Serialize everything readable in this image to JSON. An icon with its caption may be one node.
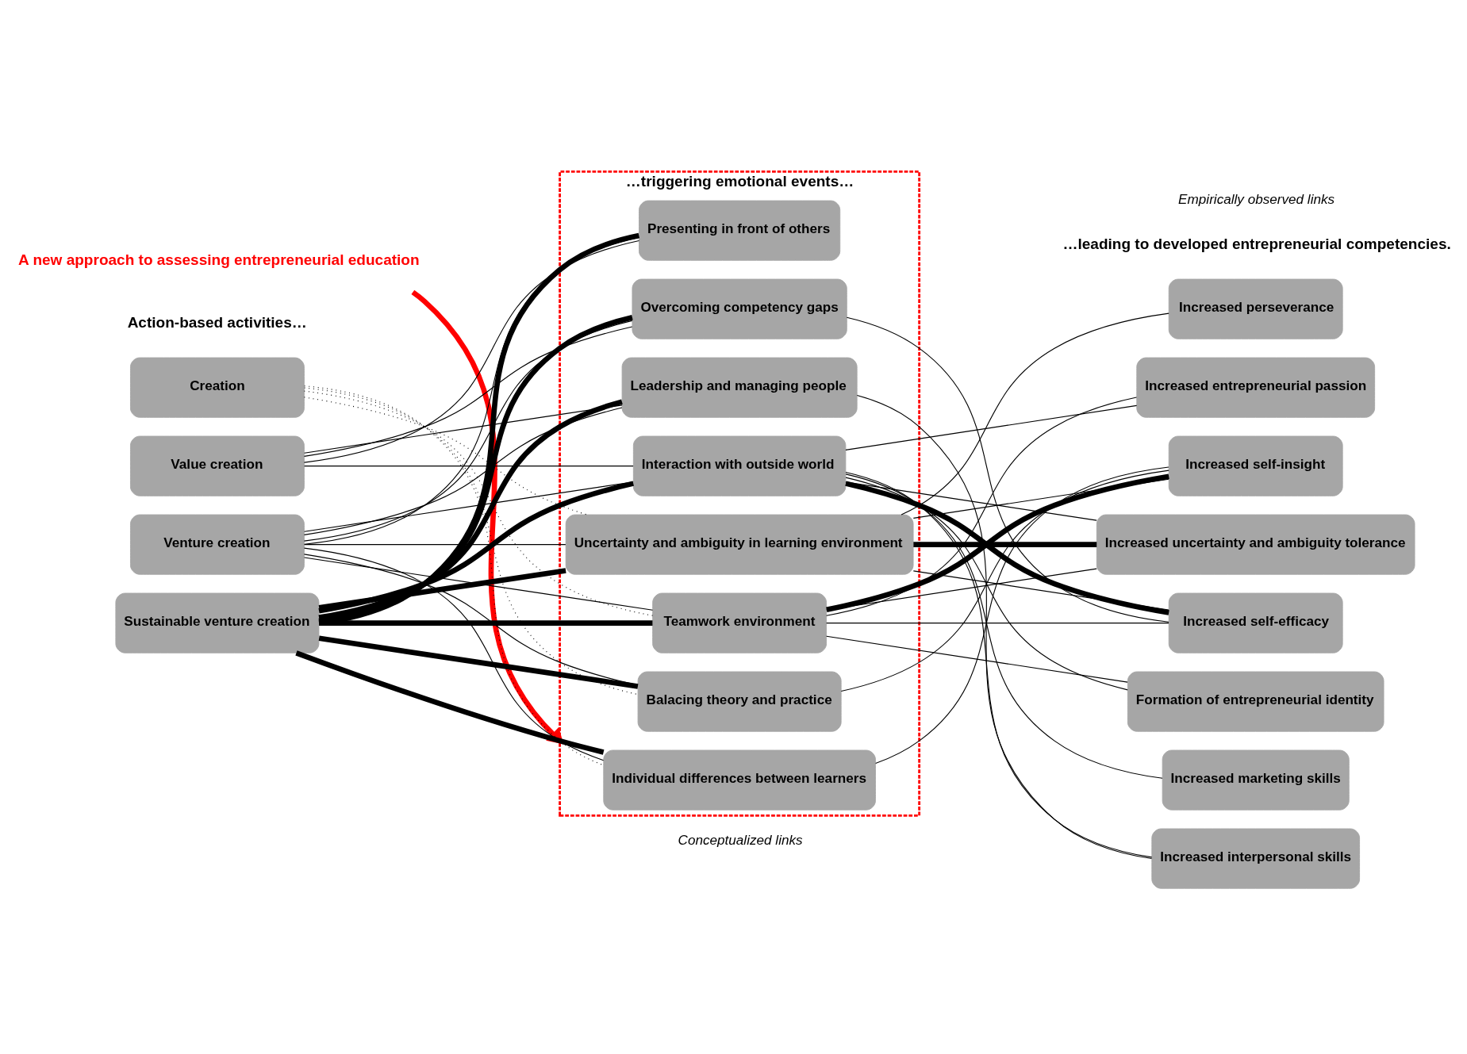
{
  "diagram": {
    "nodes": [
      {
        "text": [
          "A new approach to assessing entrepreneurial education"
        ]
      },
      {
        "text": [
          "Creation"
        ]
      },
      {
        "text": [
          "Value creation"
        ]
      },
      {
        "text": [
          "Venture creation"
        ]
      },
      {
        "text": [
          "Sustainable venture creation"
        ]
      },
      {
        "text": [
          "…triggering emotional events…"
        ]
      },
      {
        "text": [
          "Individual differences between learners"
        ],
        "in": 5
      },
      {
        "text": [
          "Balacing theory and practice"
        ],
        "in": 5
      },
      {
        "text": [
          "Teamwork environment"
        ],
        "in": 5
      },
      {
        "text": [
          "Uncertainty and ambiguity in learning environment"
        ],
        "in": 5
      },
      {
        "text": [
          "Interaction with outside world"
        ],
        "in": 5
      },
      {
        "text": [
          "Leadership and managing people"
        ],
        "in": 5
      },
      {
        "text": [
          "Overcoming competency gaps"
        ],
        "in": 5
      },
      {
        "text": [
          "Presenting in front of others"
        ],
        "in": 5
      },
      {
        "text": [
          "Increased perseverance"
        ]
      },
      {
        "text": [
          "Increased entrepreneurial passion"
        ]
      },
      {
        "text": [
          "Increased self-insight"
        ]
      },
      {
        "text": [
          "Increased uncertainty and ambiguity tolerance"
        ]
      },
      {
        "text": [
          "Increased self-efficacy"
        ]
      },
      {
        "text": [
          "Formation of entrepreneurial identity"
        ]
      },
      {
        "text": [
          "Increased marketing skills"
        ]
      },
      {
        "text": [
          "Increased interpersonal skills"
        ]
      }
    ],
    "edges": [
      {
        "from": 0,
        "to": 5,
        "arrow": "to",
        "style": "thick",
        "color": "#ff0000"
      },
      {
        "from": 1,
        "to": 6,
        "arrow": "none",
        "style": "dashed"
      },
      {
        "from": 1,
        "to": 7,
        "arrow": "none",
        "style": "dashed"
      },
      {
        "from": 1,
        "to": 8,
        "arrow": "none",
        "style": "dashed"
      },
      {
        "from": 1,
        "to": 9,
        "arrow": "none",
        "style": "dashed"
      },
      {
        "from": 2,
        "to": 10,
        "arrow": "none"
      },
      {
        "from": 2,
        "to": 11,
        "arrow": "none"
      },
      {
        "from": 2,
        "to": 12,
        "arrow": "none"
      },
      {
        "from": 2,
        "to": 13,
        "arrow": "none"
      },
      {
        "from": 3,
        "to": 6,
        "arrow": "none"
      },
      {
        "from": 3,
        "to": 7,
        "arrow": "none"
      },
      {
        "from": 3,
        "to": 8,
        "arrow": "none"
      },
      {
        "from": 3,
        "to": 9,
        "arrow": "none"
      },
      {
        "from": 3,
        "to": 10,
        "arrow": "none"
      },
      {
        "from": 3,
        "to": 11,
        "arrow": "none"
      },
      {
        "from": 3,
        "to": 12,
        "arrow": "none"
      },
      {
        "from": 3,
        "to": 13,
        "arrow": "none"
      },
      {
        "from": 4,
        "to": 6,
        "arrow": "none",
        "style": "thick"
      },
      {
        "from": 4,
        "to": 7,
        "arrow": "none",
        "style": "thick"
      },
      {
        "from": 4,
        "to": 8,
        "arrow": "none",
        "style": "thick"
      },
      {
        "from": 4,
        "to": 9,
        "arrow": "none",
        "style": "thick"
      },
      {
        "from": 4,
        "to": 10,
        "arrow": "none",
        "style": "thick"
      },
      {
        "from": 4,
        "to": 11,
        "arrow": "none",
        "style": "thick"
      },
      {
        "from": 4,
        "to": 12,
        "arrow": "none",
        "style": "thick"
      },
      {
        "from": 4,
        "to": 13,
        "arrow": "none",
        "style": "thick"
      },
      {
        "from": 6,
        "to": 16,
        "arrow": "none"
      },
      {
        "from": 7,
        "to": 16,
        "arrow": "none"
      },
      {
        "from": 8,
        "to": 15,
        "arrow": "none"
      },
      {
        "from": 8,
        "to": 16,
        "arrow": "none",
        "style": "thick"
      },
      {
        "from": 8,
        "to": 17,
        "arrow": "none"
      },
      {
        "from": 8,
        "to": 18,
        "arrow": "none"
      },
      {
        "from": 8,
        "to": 19,
        "arrow": "none"
      },
      {
        "from": 9,
        "to": 14,
        "arrow": "none"
      },
      {
        "from": 9,
        "to": 16,
        "arrow": "none"
      },
      {
        "from": 9,
        "to": 17,
        "arrow": "none",
        "style": "thick"
      },
      {
        "from": 9,
        "to": 18,
        "arrow": "none"
      },
      {
        "from": 10,
        "to": 15,
        "arrow": "none"
      },
      {
        "from": 10,
        "to": 17,
        "arrow": "none"
      },
      {
        "from": 10,
        "to": 18,
        "arrow": "none",
        "style": "thick"
      },
      {
        "from": 10,
        "to": 19,
        "arrow": "none"
      },
      {
        "from": 10,
        "to": 20,
        "arrow": "none"
      },
      {
        "from": 10,
        "to": 21,
        "arrow": "none"
      },
      {
        "from": 11,
        "to": 21,
        "arrow": "none"
      },
      {
        "from": 12,
        "to": 18,
        "arrow": "none"
      }
    ],
    "labels": [
      "Action-based activities…",
      "…leading to developed entrepreneurial competencies.",
      "Conceptualized links",
      "Empirically observed links"
    ]
  }
}
